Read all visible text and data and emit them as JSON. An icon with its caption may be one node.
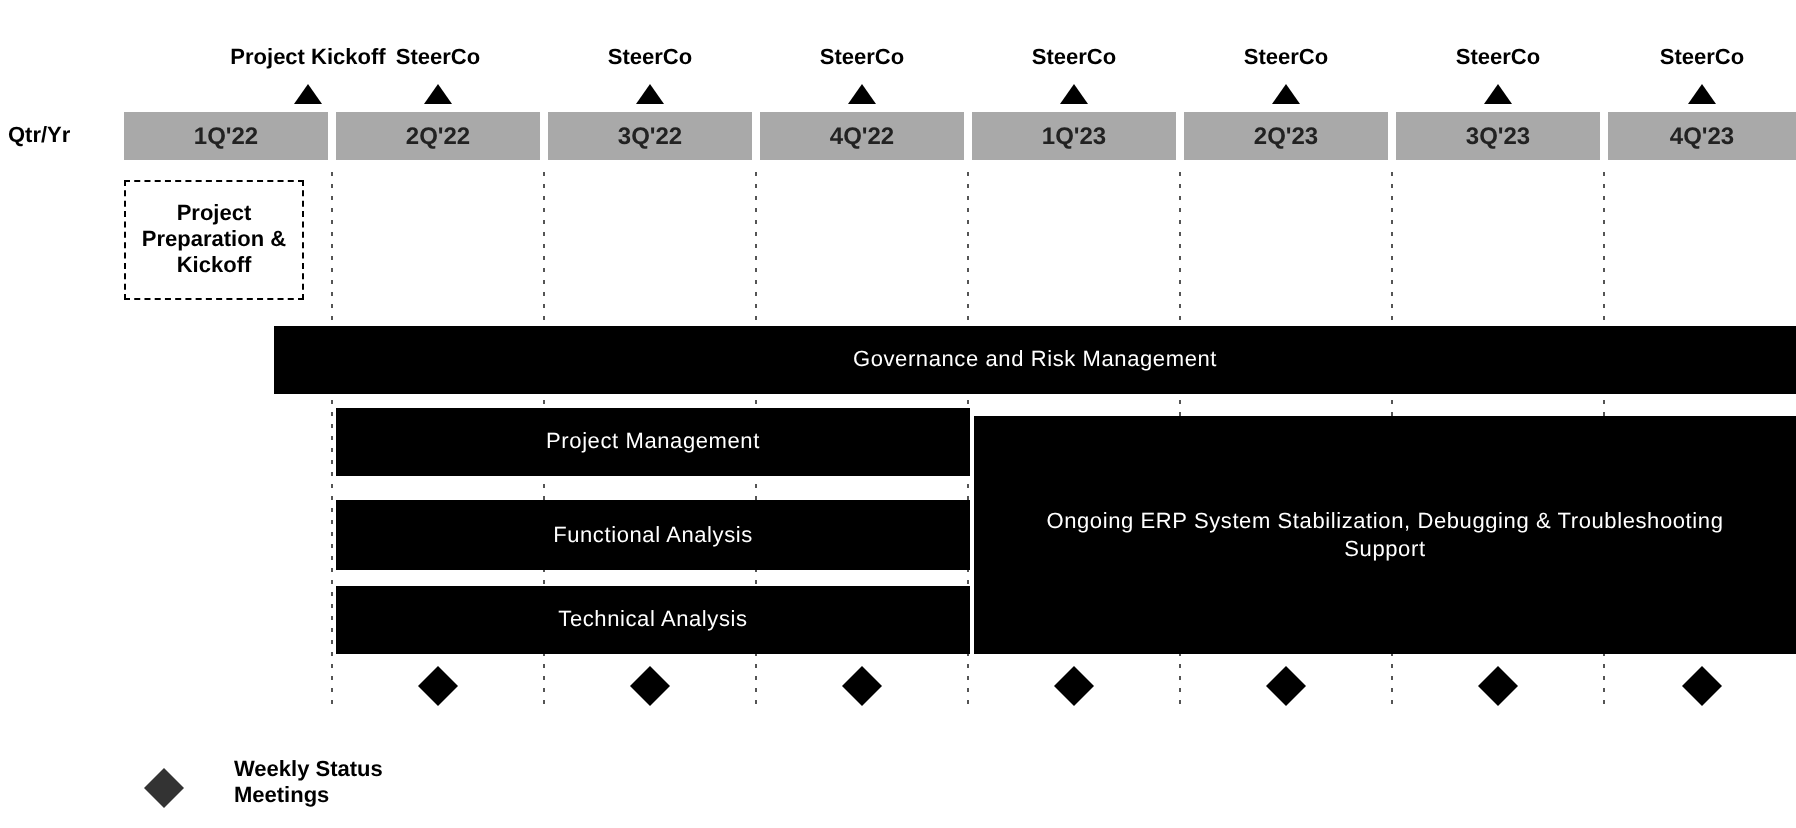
{
  "diagram": {
    "nodes": [
      {
        "text": [
          "1Q'22"
        ],
        "beside": [
          "Project Kickoff"
        ]
      },
      {
        "text": [
          "2Q'22"
        ],
        "beside": [
          "SteerCo"
        ]
      },
      {
        "text": [
          "3Q'22"
        ],
        "beside": [
          "SteerCo"
        ]
      },
      {
        "text": [
          "4Q'22"
        ],
        "beside": [
          "SteerCo"
        ]
      },
      {
        "text": [
          "1Q'23"
        ],
        "beside": [
          "SteerCo"
        ]
      },
      {
        "text": [
          "2Q'23"
        ],
        "beside": [
          "SteerCo"
        ]
      },
      {
        "text": [
          "3Q'23"
        ],
        "beside": [
          "SteerCo"
        ]
      },
      {
        "text": [
          "4Q'23"
        ],
        "beside": [
          "SteerCo"
        ]
      },
      {
        "text": [
          "Project Preparation & Kickoff"
        ]
      },
      {
        "text": [
          "Governance and Risk Management"
        ]
      },
      {
        "text": [
          "Project Management"
        ]
      },
      {
        "text": [
          "Functional Analysis"
        ]
      },
      {
        "text": [
          "Technical Analysis"
        ]
      },
      {
        "text": [
          "Ongoing ERP System Stabilization, Debugging & Troubleshooting Support"
        ]
      }
    ],
    "labels": [
      "Qtr/Yr"
    ],
    "legend": [
      {
        "text": "Weekly Status Meetings"
      }
    ]
  }
}
